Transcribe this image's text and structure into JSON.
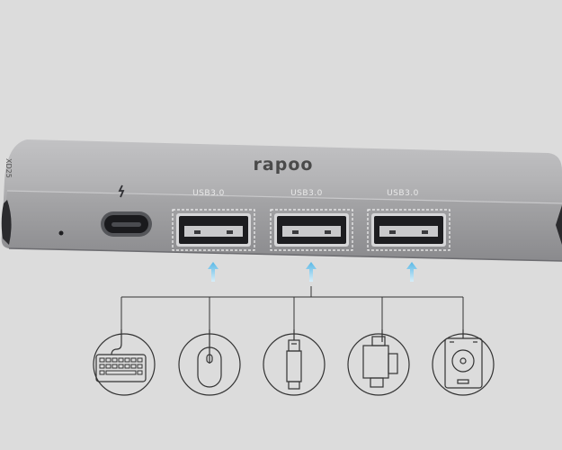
{
  "device": {
    "brand": "rapoo",
    "side_text": "XD25",
    "ports": [
      {
        "label": "USB3.0"
      },
      {
        "label": "USB3.0"
      },
      {
        "label": "USB3.0"
      }
    ]
  },
  "accessory_icons": [
    "keyboard-icon",
    "mouse-icon",
    "usb-flash-drive-icon",
    "card-reader-icon",
    "hard-drive-icon"
  ],
  "colors": {
    "background": "#dcdcdc",
    "device_body": "#a9a9ab",
    "arrow": "#7ec6e8",
    "line": "#333333"
  }
}
